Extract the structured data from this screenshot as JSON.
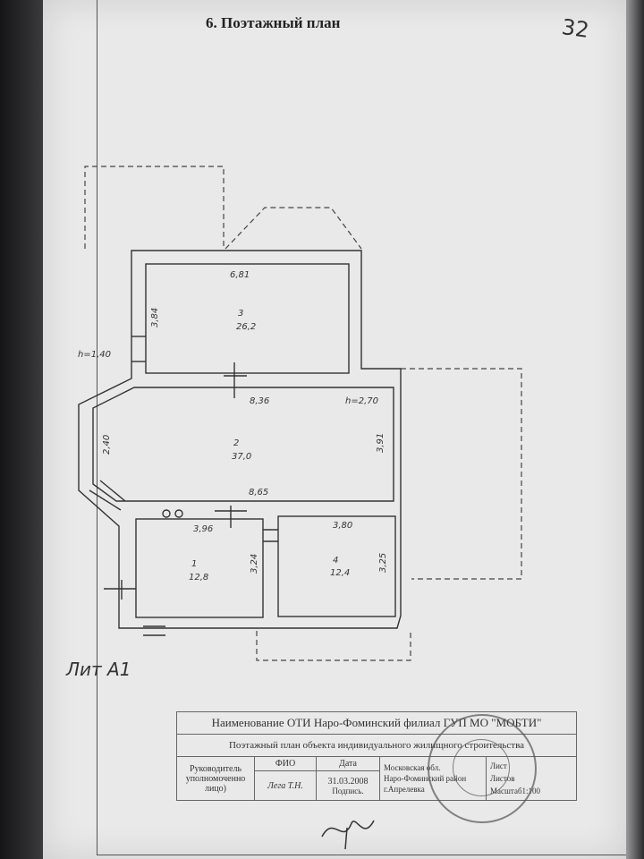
{
  "header": {
    "title": "6. Поэтажный план",
    "page_number": "32"
  },
  "plan": {
    "rooms": [
      {
        "number": "3",
        "area": "26,2"
      },
      {
        "number": "2",
        "area": "37,0"
      },
      {
        "number": "1",
        "area": "12,8"
      },
      {
        "number": "4",
        "area": "12,4"
      }
    ],
    "dimensions": {
      "room3_width": "6,81",
      "room3_height": "3,84",
      "room2_top": "8,36",
      "room2_bottom": "8,65",
      "room2_left": "2,40",
      "room2_right": "3,91",
      "room1_width": "3,96",
      "room1_height": "3,24",
      "room4_width": "3,80",
      "room4_height": "3,25",
      "ceiling_height": "h=2,70",
      "step_height": "h=1,40"
    },
    "liter": "Лит А1"
  },
  "stamp": {
    "org_label": "Наименование ОТИ",
    "org_name": "Наро-Фоминский филиал ГУП МО \"МОБТИ\"",
    "doc_desc": "Поэтажный план объекта индивидуального жилищного строительства",
    "role_label": "Руководитель уполномоченно лицо)",
    "fio_label": "ФИО",
    "fio_value": "Лега Т.Н.",
    "date_label": "Дата",
    "date_value": "31.03.2008",
    "sign_label": "Подпись.",
    "address_region": "Московская обл.",
    "address_district": "Наро-Фоминский район",
    "address_city": "г.Апрелевка",
    "sheet_label": "Лист",
    "sheets_label": "Листов",
    "scale": "Масштаб1:100"
  }
}
